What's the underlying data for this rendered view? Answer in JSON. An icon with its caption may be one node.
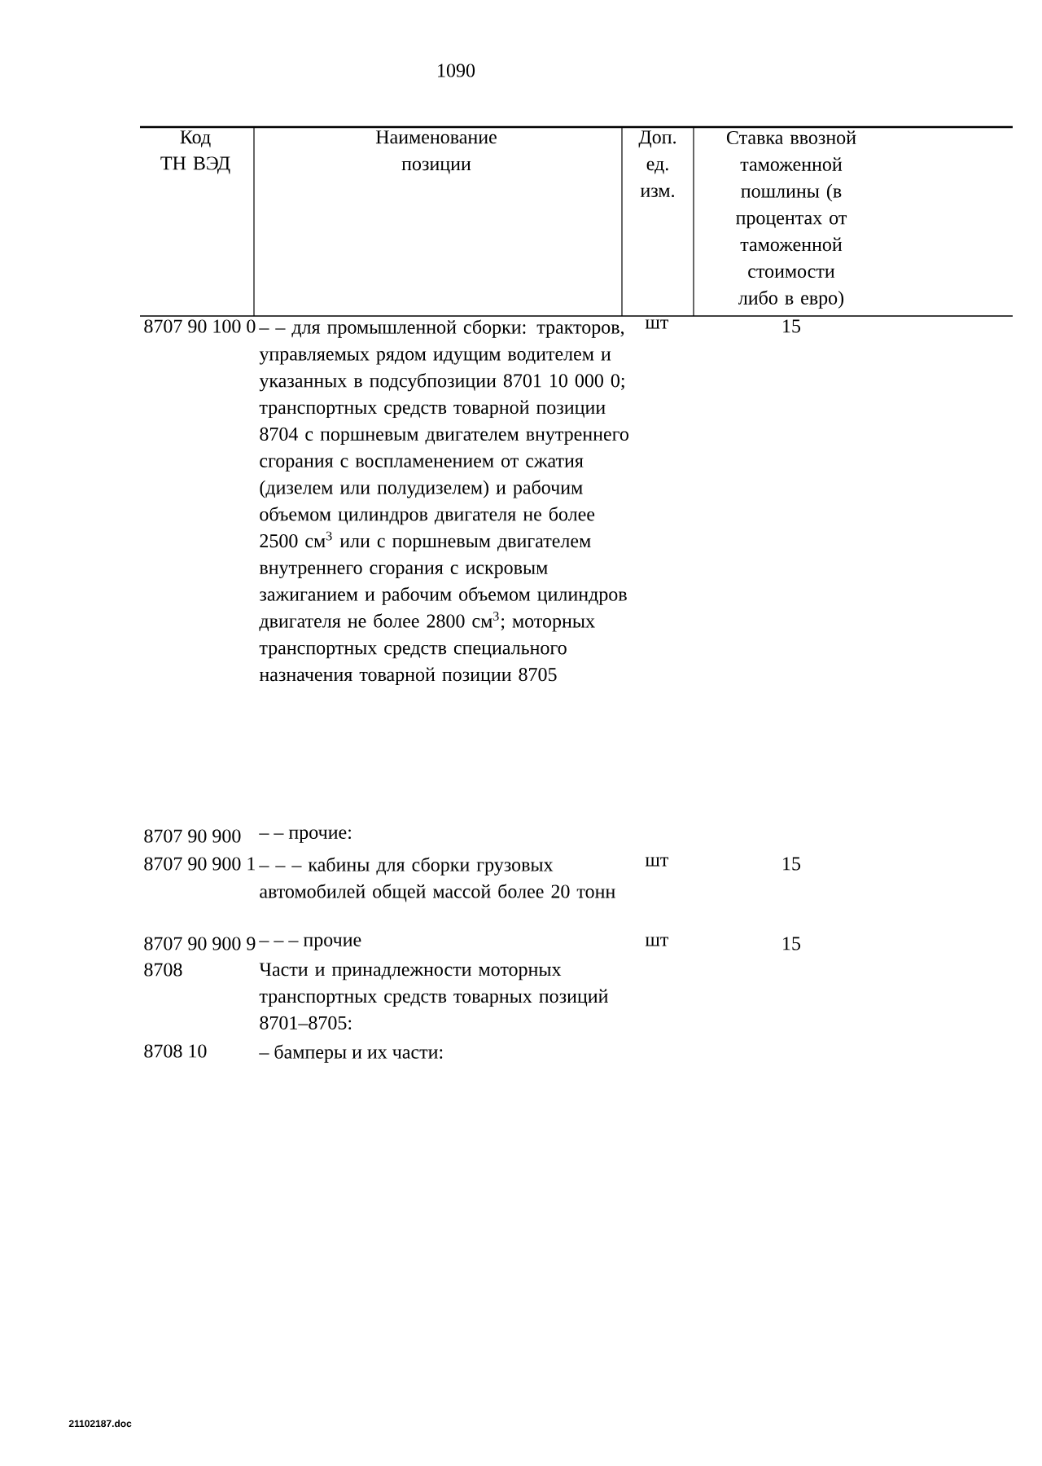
{
  "diagram": {
    "labels": [
      "1090",
      "Код",
      "ТН ВЭД",
      "Наименование позиции",
      "Доп. ед. изм.",
      "Ставка ввозной таможенной пошлины (в процентах от таможенной стоимости либо в евро)",
      "8707 90 100 0",
      "– – для промышленной сборки: тракторов, управляемых рядом идущим водителем и указанных в подсубпозиции 8701 10 000 0; транспортных средств товарной позиции 8704 с поршневым двигателем внутреннего сгорания с воспламенением от сжатия (дизелем или полудизелем) и рабочим объемом цилиндров двигателя не более 2500 см$^{3}$ или с поршневым двигателем внутреннего сгорания с искровым зажиганием и рабочим объемом цилиндров двигателя не более 2800 см$^{3}$; моторных транспортных средств специального назначения товарной позиции 8705",
      "шт",
      "15",
      "8707 90 900",
      "– – прочие:",
      "8707 90 900 1",
      "– – – кабины для сборки грузовых автомобилей общей массой более 20 тонн",
      "шт",
      "15",
      "8707 90 900 9",
      "– – – прочие",
      "шт",
      "15",
      "8708",
      "Части и принадлежности моторных транспортных средств товарных позиций 8701–8705:",
      "8708 10",
      "– бамперы и их части:",
      "21102187.doc"
    ]
  }
}
